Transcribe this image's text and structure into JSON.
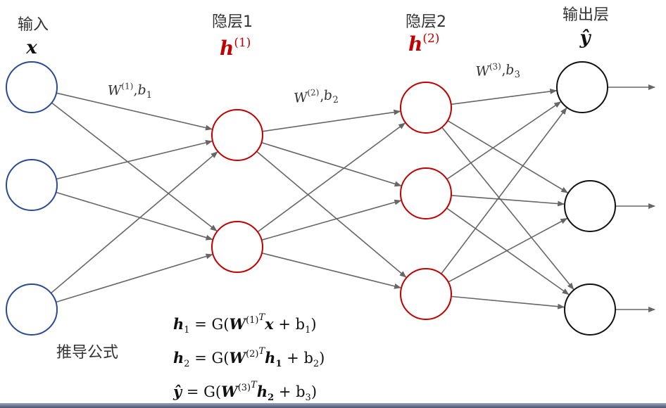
{
  "layers": {
    "input": {
      "title": "输入",
      "symbol": "x",
      "color": "#2b4a94"
    },
    "hidden1": {
      "title": "隐层1",
      "symbol": "h",
      "superscript": "(1)",
      "color": "#c00000"
    },
    "hidden2": {
      "title": "隐层2",
      "symbol": "h",
      "superscript": "(2)",
      "color": "#c00000"
    },
    "output": {
      "title": "输出层",
      "symbol": "ŷ",
      "color": "#111111"
    }
  },
  "weights": {
    "w1": {
      "w": "W",
      "sup": "(1)",
      "sep": ",",
      "b": "b",
      "bsub": "1"
    },
    "w2": {
      "w": "W",
      "sup": "(2)",
      "sep": ",",
      "b": "b",
      "bsub": "2"
    },
    "w3": {
      "w": "W",
      "sup": "(3)",
      "sep": ",",
      "b": "b",
      "bsub": "3"
    }
  },
  "derivation_label": "推导公式",
  "formulas": [
    {
      "lhs": "h",
      "lsub": "1",
      "mid": " = G(",
      "W": "W",
      "wsup": "(1)",
      "T": "T",
      "arg": "x",
      "argsub": "",
      "plus": " + b",
      "bsub": "1",
      "close": ")"
    },
    {
      "lhs": "h",
      "lsub": "2",
      "mid": " = G(",
      "W": "W",
      "wsup": "(2)",
      "T": "T",
      "arg": "h",
      "argsub": "1",
      "plus": " + b",
      "bsub": "2",
      "close": ")"
    },
    {
      "lhs": "ŷ",
      "lsub": "",
      "mid": " = G(",
      "W": "W",
      "wsup": "(3)",
      "T": "T",
      "arg": "h",
      "argsub": "2",
      "plus": " + b",
      "bsub": "3",
      "close": ")"
    }
  ],
  "colors": {
    "edge": "#666666",
    "input_node": "#2b4a94",
    "hidden_node": "#c00000",
    "output_node": "#111111"
  }
}
